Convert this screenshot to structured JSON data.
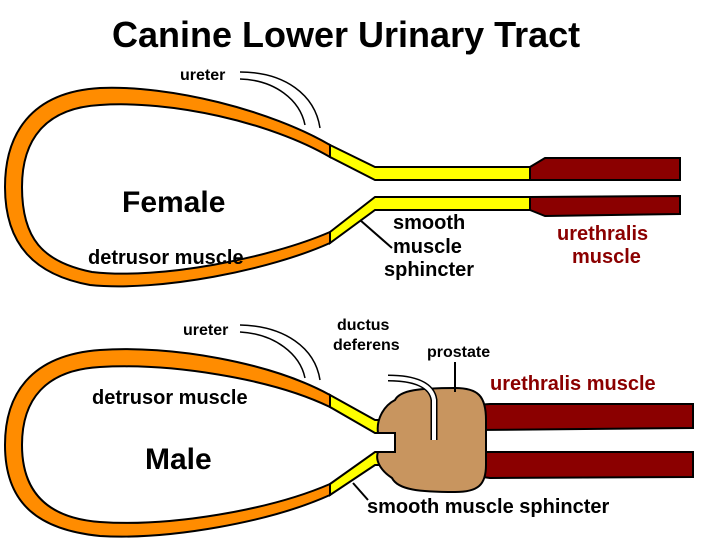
{
  "title": "Canine Lower Urinary Tract",
  "female": {
    "heading": "Female",
    "ureter": "ureter",
    "detrusor": "detrusor muscle",
    "sphincter": [
      "smooth",
      "muscle",
      "sphincter"
    ],
    "urethralis": [
      "urethralis",
      "muscle"
    ]
  },
  "male": {
    "heading": "Male",
    "ureter": "ureter",
    "detrusor": "detrusor muscle",
    "ductus": [
      "ductus",
      "deferens"
    ],
    "prostate": "prostate",
    "urethralis": "urethralis muscle",
    "sphincter": "smooth muscle sphincter"
  },
  "colors": {
    "detrusor": "#ff8c00",
    "sphincter": "#ffff00",
    "urethralis": "#8b0000",
    "prostate": "#c8955f",
    "outline": "#000000"
  }
}
